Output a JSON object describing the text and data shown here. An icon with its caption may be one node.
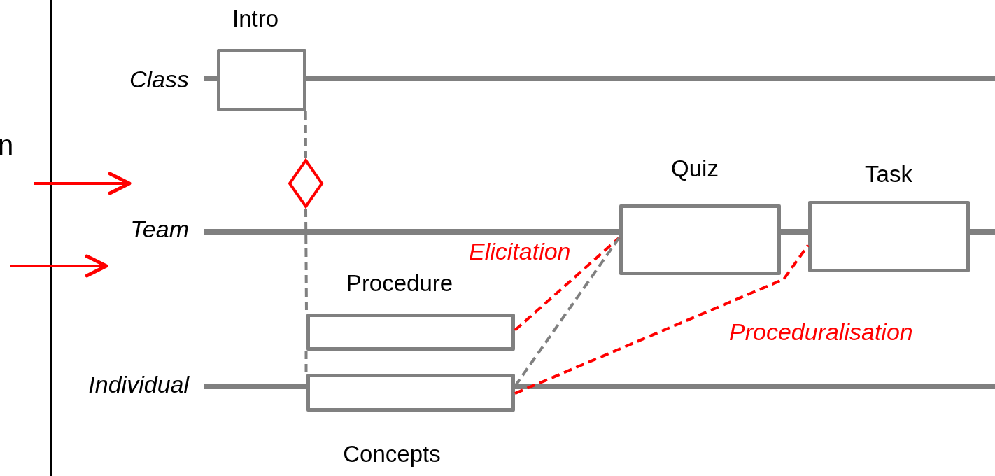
{
  "diagram": {
    "nodes": [
      {
        "text": [
          "Intro"
        ]
      },
      {
        "text": [],
        "shape": "diamond"
      },
      {
        "text": [
          "Quiz"
        ]
      },
      {
        "text": [
          "Task"
        ]
      },
      {
        "text": [
          "Procedure"
        ]
      },
      {
        "text": [
          "Concepts"
        ]
      }
    ],
    "edges": [
      {
        "from": 0,
        "to": 1,
        "arrow": "none",
        "style": "dashed"
      },
      {
        "from": 1,
        "to": 4,
        "arrow": "none",
        "style": "dashed"
      },
      {
        "from": 4,
        "to": 5,
        "arrow": "none",
        "style": "dashed"
      },
      {
        "from": 4,
        "to": 2,
        "arrow": "none",
        "style": "dashed",
        "color": "#ff0000",
        "label": "Elicitation"
      },
      {
        "from": 5,
        "to": 2,
        "arrow": "none",
        "style": "dashed"
      },
      {
        "from": 5,
        "to": 3,
        "arrow": "none",
        "style": "dashed",
        "color": "#ff0000",
        "label": "Proceduralisation"
      }
    ],
    "labels": [
      "n",
      "Class",
      "Team",
      "Individual"
    ]
  }
}
